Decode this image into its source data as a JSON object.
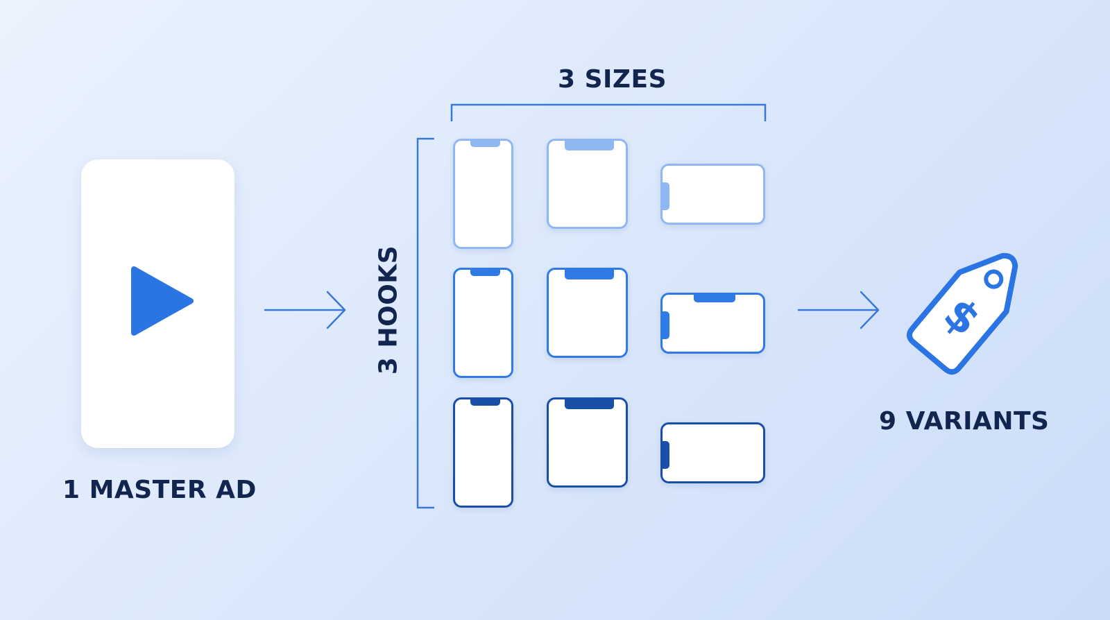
{
  "labels": {
    "master": "1 MASTER AD",
    "sizes": "3 SIZES",
    "hooks": "3 HOOKS",
    "variants": "9 VARIANTS"
  },
  "hook_colors": [
    "#8fb7f3",
    "#2f7ae5",
    "#1a4fa8"
  ],
  "accent": "#2b74e4",
  "text_color": "#12254f"
}
